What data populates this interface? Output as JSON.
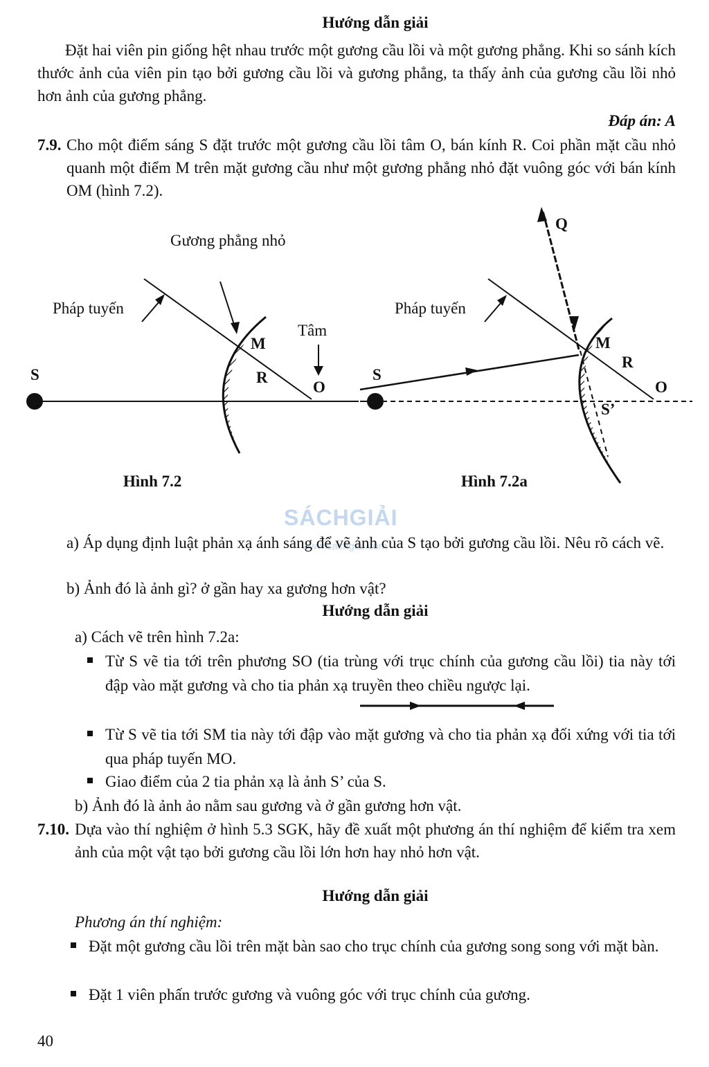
{
  "section1": {
    "heading": "Hướng dẫn giải",
    "paragraph": "Đặt hai viên pin giống hệt nhau trước một gương cầu lồi và một gương phẳng. Khi so sánh kích thước ảnh của viên pin tạo bởi gương cầu lồi và gương phẳng, ta thấy ảnh của gương cầu lồi nhỏ hơn ảnh của gương phẳng.",
    "answer": "Đáp án: A"
  },
  "problem79": {
    "number": "7.9.",
    "text": "Cho một điểm sáng S đặt trước một gương cầu lồi tâm O, bán kính R. Coi phần mặt cầu nhỏ quanh một điểm M trên mặt gương cầu như một gương phẳng nhỏ đặt vuông góc với bán kính OM (hình 7.2)."
  },
  "figure72": {
    "label_mirror": "Gương phẳng nhỏ",
    "label_normal": "Pháp tuyến",
    "label_center": "Tâm",
    "label_S": "S",
    "label_M": "M",
    "label_R": "R",
    "label_O": "O",
    "caption": "Hình 7.2"
  },
  "figure72a": {
    "label_normal": "Pháp tuyến",
    "label_S": "S",
    "label_M": "M",
    "label_R": "R",
    "label_O": "O",
    "label_Q": "Q",
    "label_Sprime": "S’",
    "caption": "Hình 7.2a"
  },
  "watermark": {
    "brand": "SÁCHGIẢI",
    "url": "www.sachgiai.com"
  },
  "questions": {
    "a": "a)  Áp dụng định luật phản xạ ánh sáng để vẽ ảnh của S tạo bởi gương cầu lồi. Nêu rõ cách vẽ.",
    "b": "b)  Ảnh đó là ảnh gì? ở gần hay xa gương hơn vật?"
  },
  "section2": {
    "heading": "Hướng dẫn giải",
    "intro": "a) Cách vẽ trên hình 7.2a:",
    "bullets": [
      "Từ S vẽ tia tới trên phương SO (tia trùng với trục chính của gương cầu lồi) tia này tới đập vào mặt gương và cho tia phản xạ truyền theo chiều ngược lại.",
      "Từ S vẽ tia tới SM tia này tới đập vào mặt gương  và cho tia phản xạ đối xứng với tia tới qua pháp tuyến MO.",
      "Giao điểm của 2 tia phản xạ là ảnh S’ của S."
    ],
    "b": "b) Ảnh đó là ảnh ảo nằm sau gương và  ở gần gương hơn vật."
  },
  "problem710": {
    "number": "7.10.",
    "text": "Dựa vào thí nghiệm ở hình 5.3 SGK, hãy đề xuất một phương án thí nghiệm để kiểm tra xem ảnh của một vật tạo bởi gương cầu lồi lớn hơn hay nhỏ hơn vật."
  },
  "section3": {
    "heading": "Hướng dẫn giải",
    "subtitle": "Phương án thí nghiệm:",
    "bullets": [
      "Đặt một gương cầu lồi trên mặt bàn sao cho trục chính của gương song song với mặt bàn.",
      "Đặt 1 viên phấn trước gương và vuông góc với trục chính của gương."
    ]
  },
  "page_number": "40"
}
